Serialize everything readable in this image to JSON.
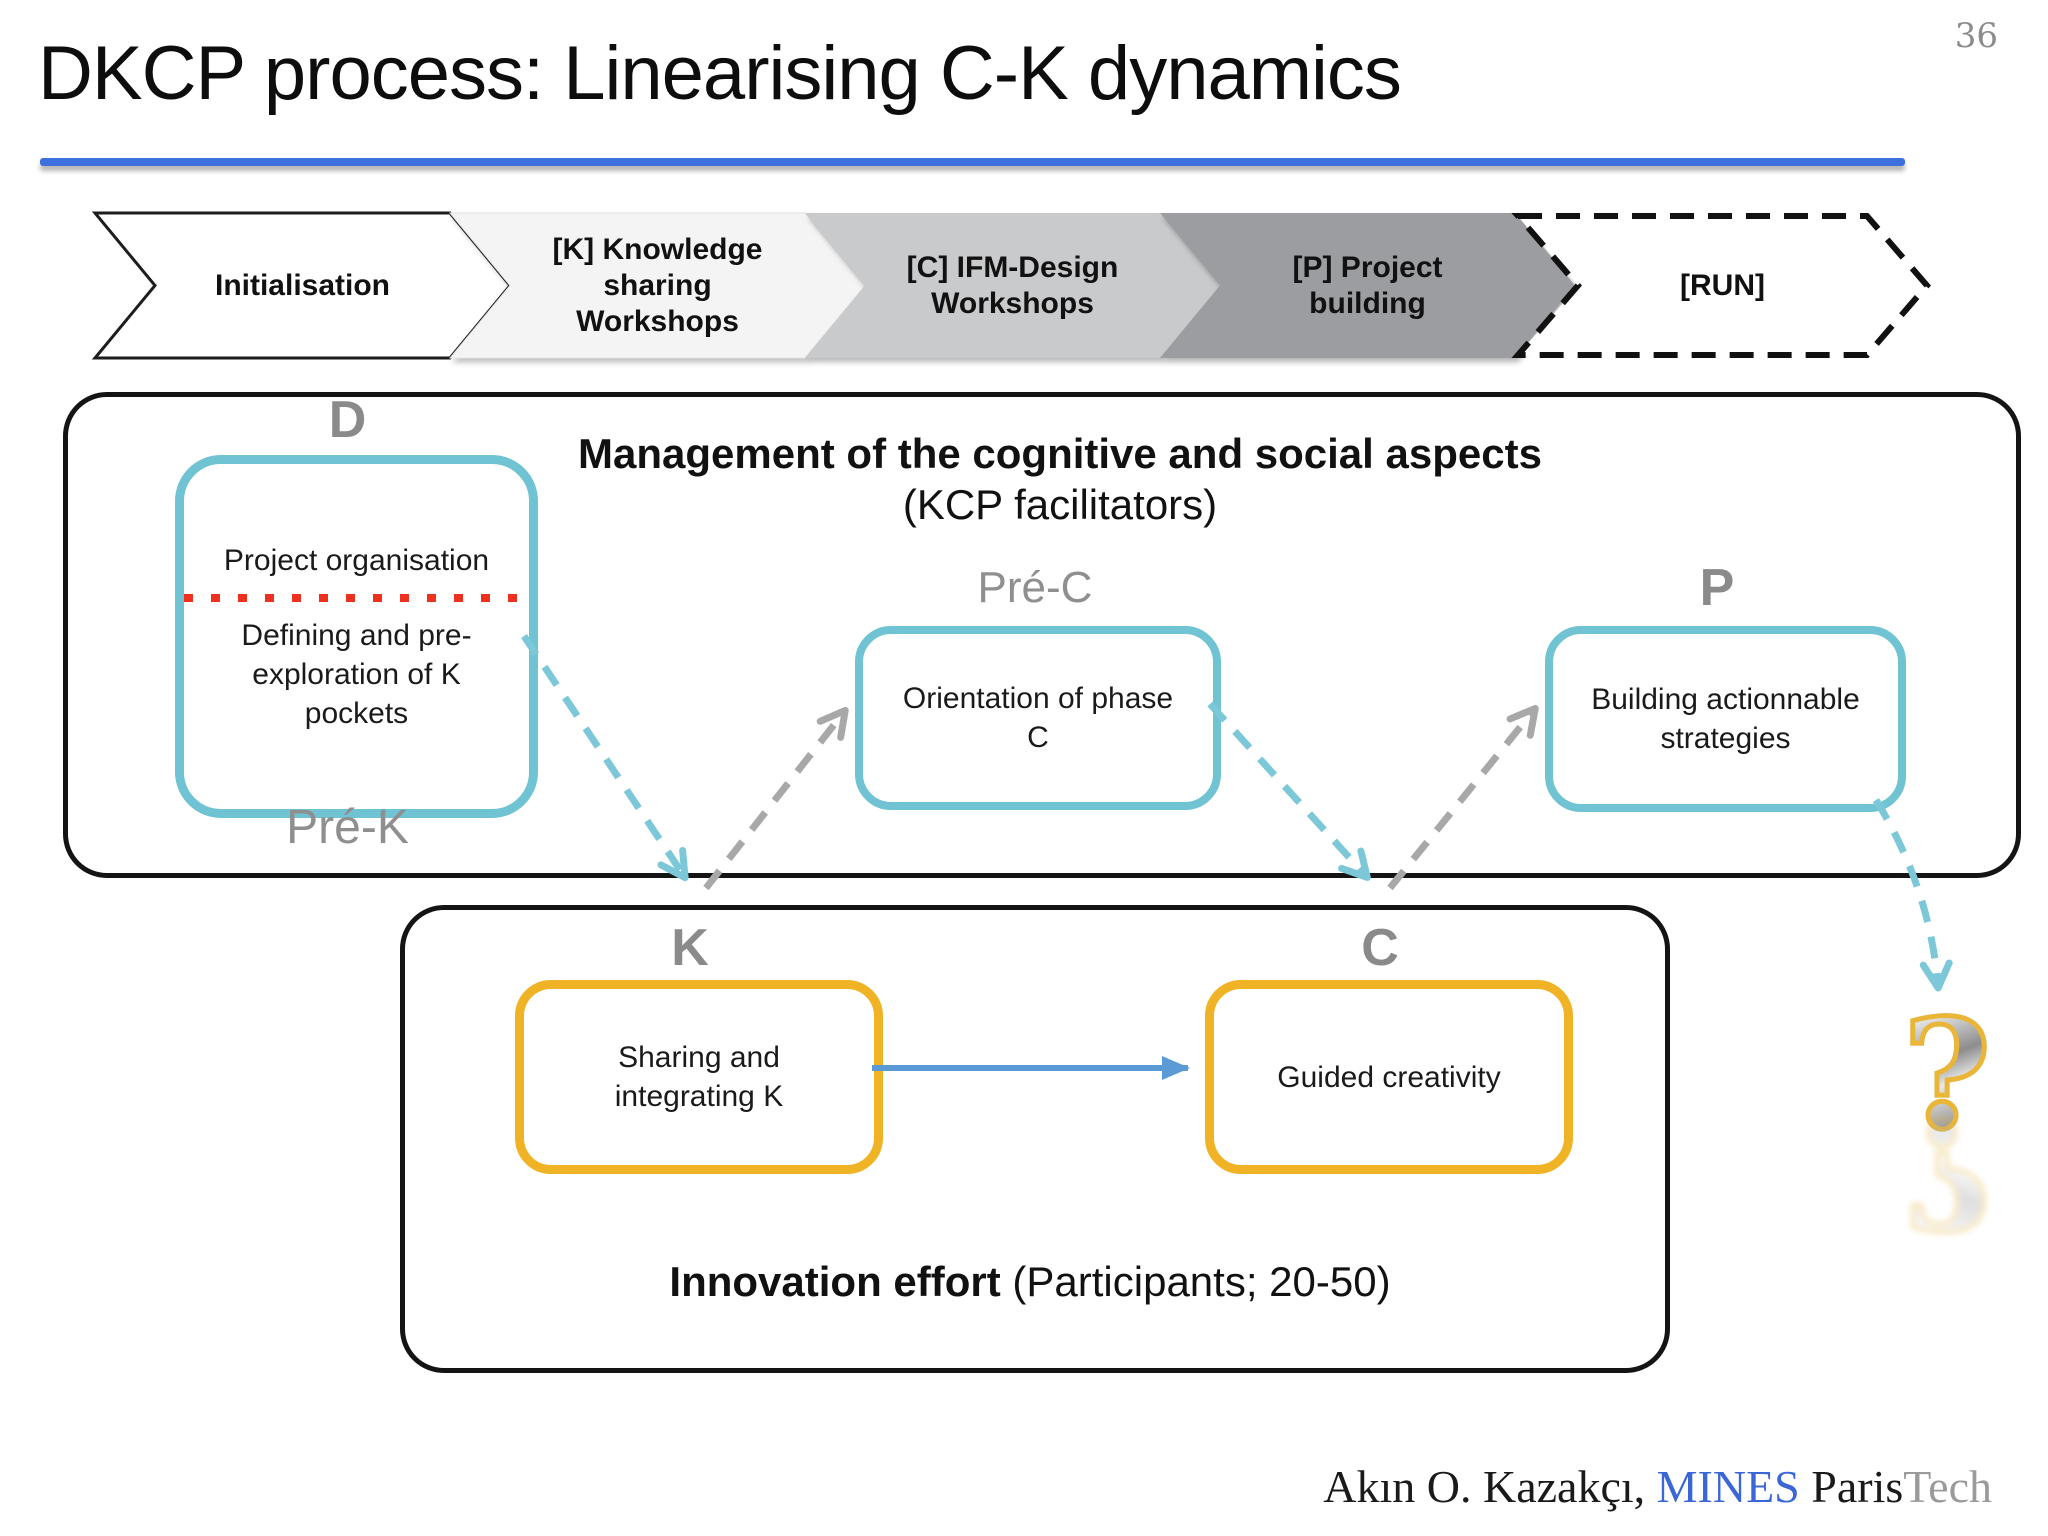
{
  "page_number": "36",
  "title": "DKCP process: Linearising C-K dynamics",
  "process_steps": [
    {
      "label": "Initialisation"
    },
    {
      "label": "[K] Knowledge sharing Workshops"
    },
    {
      "label": "[C] IFM-Design Workshops"
    },
    {
      "label": "[P] Project building"
    },
    {
      "label": "[RUN]"
    }
  ],
  "management_band": {
    "heading_bold": "Management of the cognitive and social aspects",
    "heading_regular": " (KCP facilitators)",
    "d_label": "D",
    "d_box_top": "Project organisation",
    "d_box_bottom": "Defining and pre-exploration of K pockets",
    "pre_k_label": "Pré-K",
    "pre_c_label": "Pré-C",
    "pre_c_box": "Orientation of phase C",
    "p_label": "P",
    "p_box": "Building actionnable strategies"
  },
  "innovation_band": {
    "k_label": "K",
    "k_box": "Sharing and integrating K",
    "c_label": "C",
    "c_box": "Guided creativity",
    "caption_bold": "Innovation effort",
    "caption_regular": " (Participants; 20-50)"
  },
  "question_mark": "?",
  "footer": {
    "author": "Akın O. Kazakçı, ",
    "org_blue": "MINES",
    "org_black": " Paris",
    "org_gray": "Tech"
  },
  "colors": {
    "accent_teal": "#6fc3d3",
    "accent_yellow": "#f0b326",
    "arrow_blue": "#5b9bd5",
    "arrow_gray": "#a8a8a8",
    "arrow_teal_dashed": "#7cc8d8",
    "underline_blue": "#3e70dd",
    "dotted_red": "#f0301e"
  }
}
